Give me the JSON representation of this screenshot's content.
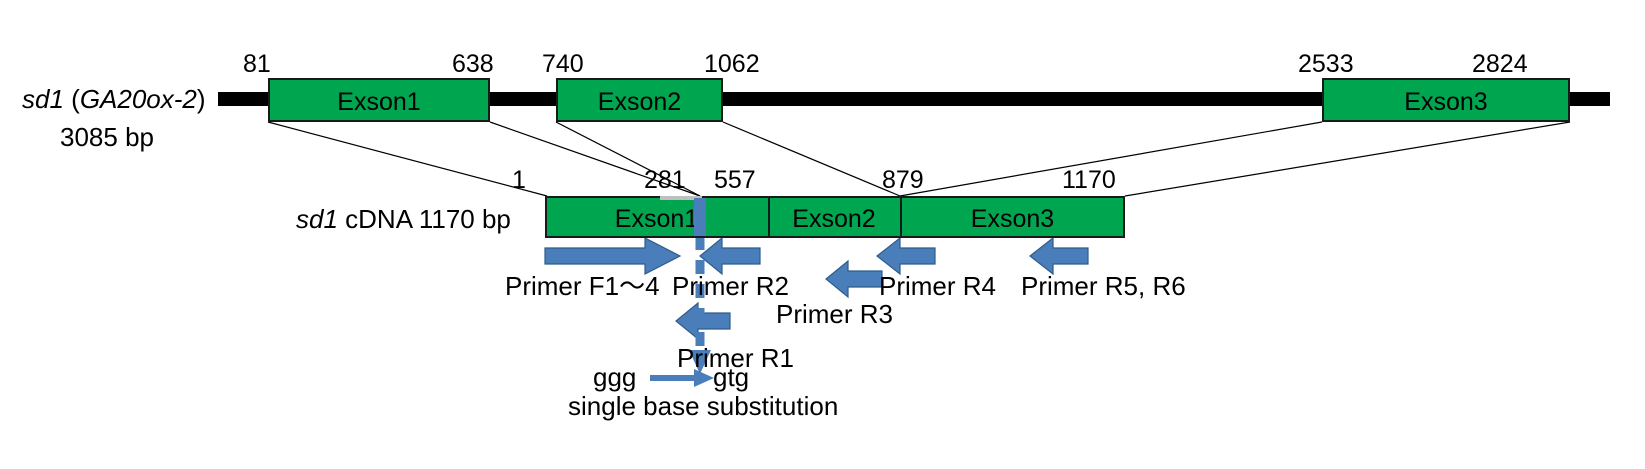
{
  "figure": {
    "title": "sd1 (GA20ox-2) gene structure and primer map",
    "colors": {
      "exon_fill": "#00A550",
      "exon_stroke": "#1a1a1a",
      "genomic_line": "#000000",
      "primer_arrow": "#4A7EBB",
      "mutation_marker": "#4A7EBB",
      "background": "#FFFFFF"
    }
  },
  "genomic": {
    "label_line1_italic": "sd1",
    "label_line1_rest": " (GA20ox-2)",
    "label_line1_italic_paren": "GA20ox-2",
    "label_line2": "3085 bp",
    "exons": [
      {
        "name": "Exson1",
        "start": "81",
        "end": "638"
      },
      {
        "name": "Exson2",
        "start": "740",
        "end": "1062"
      },
      {
        "name": "Exson3",
        "start": "2533",
        "end": "2824"
      }
    ]
  },
  "cdna": {
    "label_italic": "sd1",
    "label_rest": " cDNA 1170 bp",
    "coords": [
      "1",
      "281",
      "557",
      "879",
      "1170"
    ],
    "exons": [
      {
        "name": "Exson1"
      },
      {
        "name": "Exson2"
      },
      {
        "name": "Exson3"
      }
    ]
  },
  "primers": [
    {
      "id": "F1-4",
      "label": "Primer F1～4",
      "direction": "forward"
    },
    {
      "id": "R2",
      "label": "Primer R2",
      "direction": "reverse"
    },
    {
      "id": "R3",
      "label": "Primer R3",
      "direction": "reverse"
    },
    {
      "id": "R4",
      "label": "Primer R4",
      "direction": "reverse"
    },
    {
      "id": "R5R6",
      "label": "Primer R5, R6",
      "direction": "reverse"
    },
    {
      "id": "R1",
      "label": "Primer R1",
      "direction": "reverse"
    }
  ],
  "mutation": {
    "from_base": "ggg",
    "to_base": "gtg",
    "caption": "single base substitution"
  }
}
